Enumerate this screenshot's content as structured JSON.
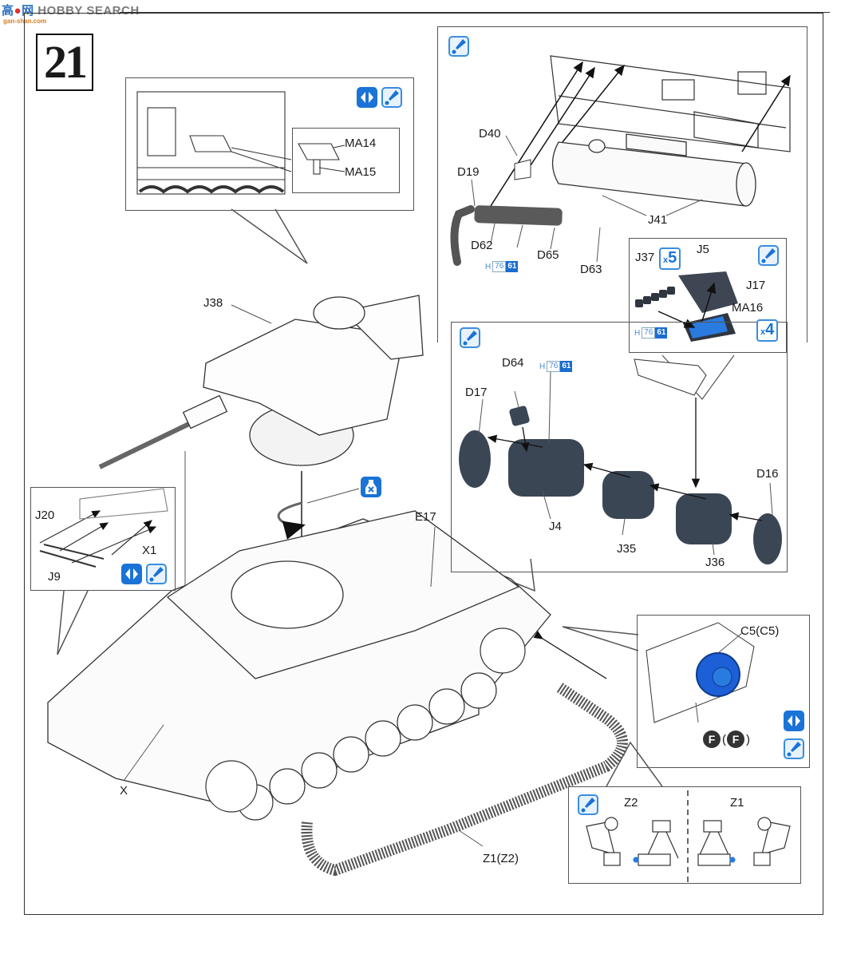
{
  "watermark": {
    "cn": "高",
    "cn2": "网",
    "brand": "HOBBY SEARCH",
    "site": "gan-shan.com"
  },
  "step_number": "21",
  "panels": {
    "mg_ammo": {
      "parts": [
        "MA14",
        "MA15"
      ],
      "icons": [
        "symmetry-icon",
        "glue-icon"
      ]
    },
    "exhaust_frame": {
      "parts": [
        "D40",
        "D19",
        "D62",
        "D65",
        "D63",
        "J41"
      ],
      "paint": {
        "prefix": "H",
        "code1": "76",
        "code2": "61"
      },
      "icons": [
        "glue-icon"
      ]
    },
    "bracket": {
      "parts": [
        "J37",
        "J5",
        "J17",
        "MA16"
      ],
      "qty_j37": {
        "x": "x",
        "n": "5"
      },
      "qty_ma16": {
        "x": "x",
        "n": "4"
      },
      "paint": {
        "prefix": "H",
        "code1": "76",
        "code2": "61"
      },
      "icons": [
        "glue-icon"
      ]
    },
    "muffler": {
      "parts": [
        "D64",
        "D17",
        "J4",
        "J35",
        "J36",
        "D16"
      ],
      "paint": {
        "prefix": "H",
        "code1": "76",
        "code2": "61"
      },
      "icons": [
        "glue-icon"
      ]
    },
    "rear_rods": {
      "parts": [
        "J20",
        "X1",
        "J9"
      ],
      "icons": [
        "symmetry-icon",
        "glue-icon"
      ]
    },
    "idler": {
      "parts": [
        "C5(C5)"
      ],
      "sprue_letter": "F",
      "sprue_letter_paren": "F",
      "icons": [
        "symmetry-icon",
        "glue-icon"
      ]
    },
    "tracks": {
      "left_label": "Z2",
      "right_label": "Z1",
      "icons": [
        "glue-icon"
      ]
    }
  },
  "main": {
    "turret_label": "J38",
    "hull_label": "X",
    "fender_label": "E17",
    "track_label": "Z1(Z2)",
    "icons": [
      "do-not-glue-icon"
    ]
  }
}
